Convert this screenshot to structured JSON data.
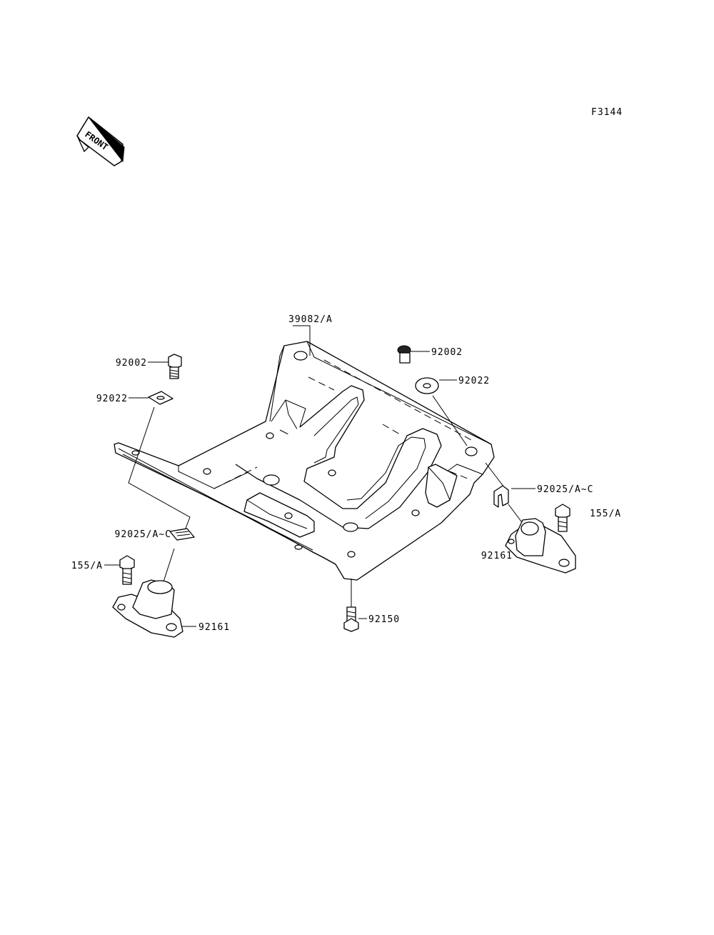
{
  "figure_code": "F3144",
  "front_badge": {
    "text": "FRONT",
    "icon": "front-arrow-icon"
  },
  "callouts": {
    "frame": "39082/A",
    "bolt_left": "92002",
    "washer_left": "92022",
    "bolt_right": "92002",
    "washer_right": "92022",
    "clip_right": "92025/A~C",
    "clip_left": "92025/A~C",
    "screw_right": "155/A",
    "screw_left": "155/A",
    "mount_right": "92161",
    "mount_left": "92161",
    "bolt_bottom": "92150"
  }
}
